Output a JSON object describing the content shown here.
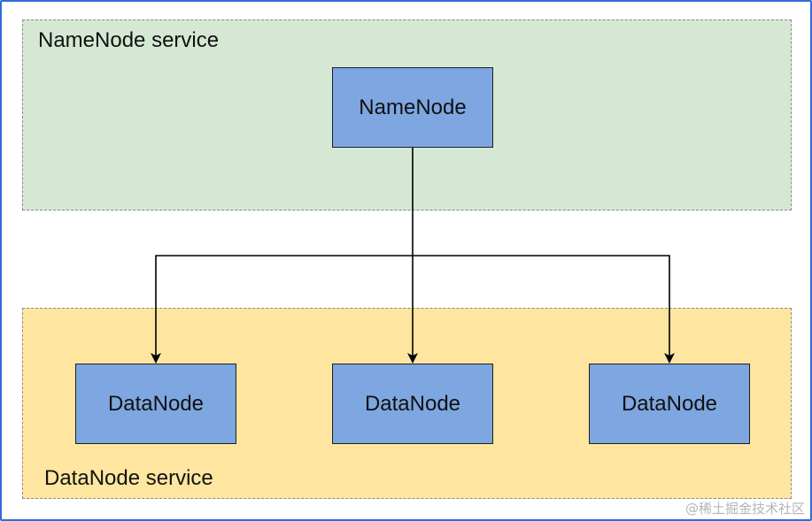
{
  "regions": {
    "namenode_service": {
      "label": "NameNode service",
      "fill": "#d5e8d4"
    },
    "datanode_service": {
      "label": "DataNode service",
      "fill": "#ffe6a0"
    }
  },
  "nodes": {
    "namenode": {
      "label": "NameNode"
    },
    "datanodes": [
      {
        "label": "DataNode"
      },
      {
        "label": "DataNode"
      },
      {
        "label": "DataNode"
      }
    ],
    "fill": "#7ea6e0"
  },
  "edges": [
    {
      "from": "NameNode",
      "to": "DataNode 1"
    },
    {
      "from": "NameNode",
      "to": "DataNode 2"
    },
    {
      "from": "NameNode",
      "to": "DataNode 3"
    }
  ],
  "watermark": "@稀土掘金技术社区"
}
